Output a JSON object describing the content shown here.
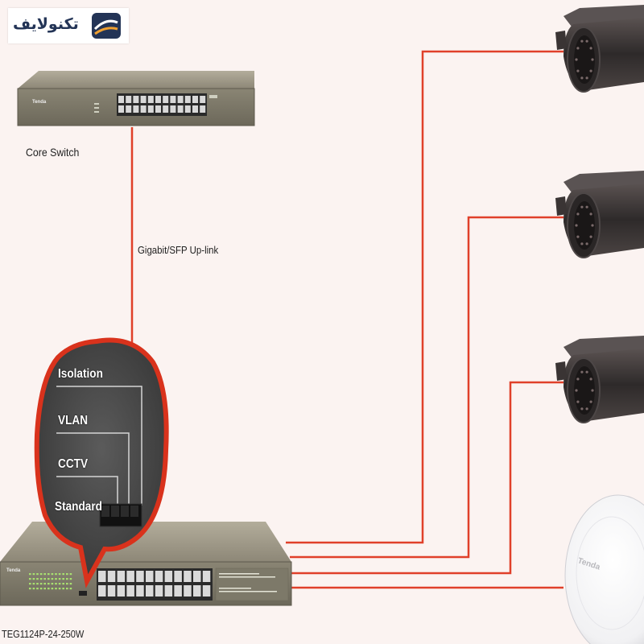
{
  "logo": {
    "text": "تکنولایف"
  },
  "core_switch": {
    "label": "Core Switch",
    "brand": "Tenda"
  },
  "uplink": {
    "label": "Gigabit/SFP Up-link"
  },
  "access_switch": {
    "model": "TEG1124P-24-250W",
    "brand": "Tenda"
  },
  "callout": {
    "modes": [
      "Isolation",
      "VLAN",
      "CCTV",
      "Standard"
    ]
  },
  "access_point": {
    "brand": "Tenda"
  },
  "colors": {
    "link": "#e0402a",
    "callout_bg": "#4a4a4a",
    "callout_ring": "#d9321c",
    "switch_body": "#8b8676",
    "camera": "#3d3837"
  },
  "icons": [
    "tecnolife-logo-icon",
    "cctv-camera-icon",
    "access-point-icon",
    "network-switch-icon"
  ]
}
